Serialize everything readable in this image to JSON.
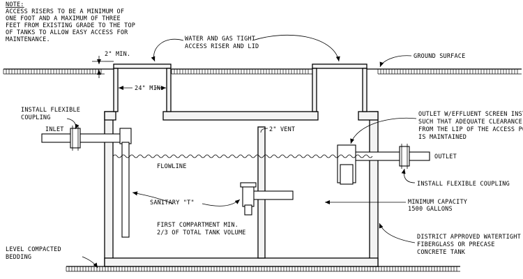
{
  "note": {
    "heading": "NOTE:",
    "lines": [
      "ACCESS RISERS TO BE A MINIMUM OF",
      "ONE FOOT AND A MAXIMUM OF THREE",
      "FEET FROM EXISTING GRADE TO THE TOP",
      "OF TANKS TO ALLOW EASY ACCESS FOR",
      "MAINTENANCE."
    ]
  },
  "labels": {
    "riser_lid": [
      "WATER AND GAS TIGHT",
      "ACCESS RISER AND LID"
    ],
    "ground_surface": "GROUND SURFACE",
    "min_2in": "2\" MIN.",
    "min_24in": "24\" MIN.",
    "install_flexible_coupling_left": [
      "INSTALL FLEXIBLE",
      "COUPLING"
    ],
    "inlet": "INLET",
    "vent": "2\" VENT",
    "outlet_screen": [
      "OUTLET W/EFFLUENT SCREEN INSTALL",
      "SUCH THAT ADEQUATE CLEARANCE",
      "FROM THE LIP OF THE ACCESS PORT",
      "IS MAINTAINED"
    ],
    "outlet": "OUTLET",
    "flowline": "FLOWLINE",
    "install_flexible_coupling_right": "INSTALL FLEXIBLE COUPLING",
    "sanitary_tee": "SANITARY \"T\"",
    "minimum_capacity": [
      "MINIMUM CAPACITY",
      "1500 GALLONS"
    ],
    "first_compartment": [
      "FIRST COMPARTMENT MIN.",
      "2/3 OF TOTAL TANK VOLUME"
    ],
    "district_tank": [
      "DISTRICT APPROVED WATERTIGHT",
      "FIBERGLASS OR PRECASE",
      "CONCRETE TANK"
    ],
    "level_bedding": [
      "LEVEL COMPACTED",
      "BEDDING"
    ]
  }
}
